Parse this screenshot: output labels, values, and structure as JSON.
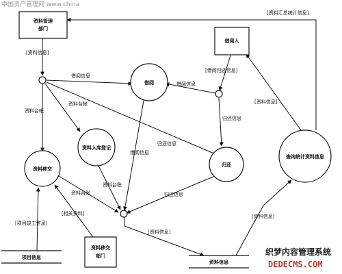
{
  "watermark": "中国资产管理网 www.china",
  "nodes": {
    "ziliao_guanli": [
      "资料管理",
      "部门"
    ],
    "jieyueren": [
      "借阅人"
    ],
    "jieyue": [
      "借阅"
    ],
    "guihuan": [
      "归还"
    ],
    "ruku_dengji": [
      "资料入库登记"
    ],
    "ziliao_yijiao": [
      "资料移交"
    ],
    "chaxun_tongji": [
      "查询统计资料信息"
    ],
    "yijiao_bumen": [
      "资料移交",
      "部门"
    ],
    "xiangmu_xinxi": [
      "项目信息"
    ],
    "ziliao_xinxi_store": [
      "资料信息"
    ]
  },
  "flows": {
    "top_summary": "[资料汇总统计信息]",
    "ziliao_xinxi_top": "[资料信息]",
    "jieyue_guihuan_xinxi": "[借阅归还信息]",
    "jieyue_xinxi_1": "借阅信息",
    "jieyue_xinxi_2": "借阅信息",
    "jieyue_xinxi_3": "借阅信息",
    "ziliao_taizhang_1": "资料台帐",
    "ziliao_taizhang_2": "资料台帐",
    "ziliao_taizhang_3": "资料台账",
    "ziliao_taizhang_4": "资料台账",
    "guihuan_xinxi_1": "归还信息",
    "guihuan_xinxi_2": "归还信息",
    "guihuan_xinxi_3": "归还信息",
    "ziliao_xinxi_right": "[资料信息]",
    "ziliao_xinxi_bottom": "[资料信息]",
    "ziliao_xinxi_mid": "[资料信息]",
    "xiangguan_ziliao": "[相关资料]",
    "xiangmu_jungong": "[项目竣工信息]"
  },
  "logo": {
    "title": "织梦内容管理系统",
    "url": "DEDECMS.COM"
  }
}
